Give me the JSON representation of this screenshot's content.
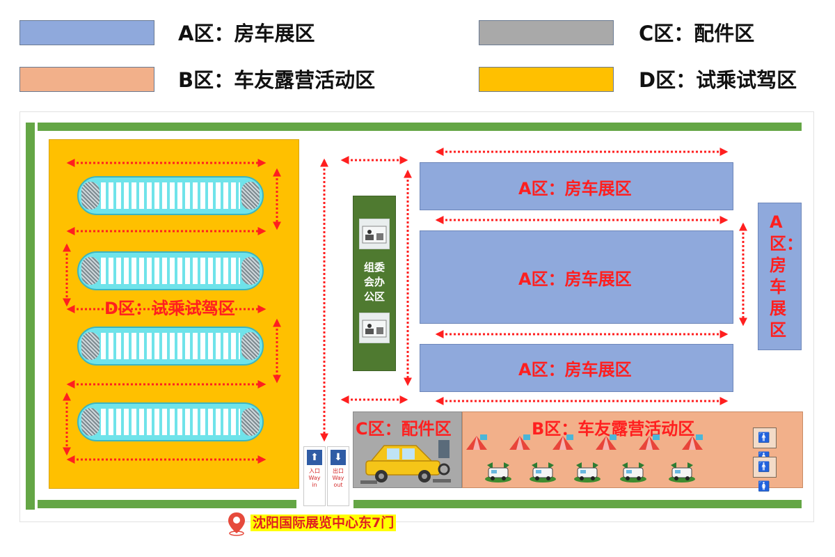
{
  "legend": [
    {
      "color": "#8fa9dc",
      "label": "A区：房车展区"
    },
    {
      "color": "#a9a9a9",
      "label": "C区：配件区"
    },
    {
      "color": "#f2b08a",
      "label": "B区：车友露营活动区"
    },
    {
      "color": "#ffc000",
      "label": "D区：试乘试驾区"
    }
  ],
  "map": {
    "zone_d_label": "D区：试乘试驾区",
    "zone_a_top": "A区：房车展区",
    "zone_a_middle": "A区：房车展区",
    "zone_a_bottom": "A区：房车展区",
    "zone_a_side": "A区：房车展区",
    "zone_c_label": "C区：配件区",
    "zone_b_label": "B区：车友露营活动区",
    "office_label": "组委会办公区",
    "entrance_text": "入口 Way in",
    "exit_text": "出口 Way out",
    "location_label": "沈阳国际展览中心东7门"
  },
  "colors": {
    "zone_a": "#8fa9dc",
    "zone_b": "#f2b08a",
    "zone_c": "#a9a9a9",
    "zone_d": "#ffc000",
    "office": "#4f7a30",
    "grass": "#64a645",
    "arrow": "#ff1f1f"
  },
  "icons": [
    "location-pin-icon",
    "entrance-arrow-icon",
    "exit-arrow-icon",
    "restroom-icon",
    "tent-icon",
    "camper-icon",
    "office-room-icon",
    "car-repair-icon"
  ]
}
